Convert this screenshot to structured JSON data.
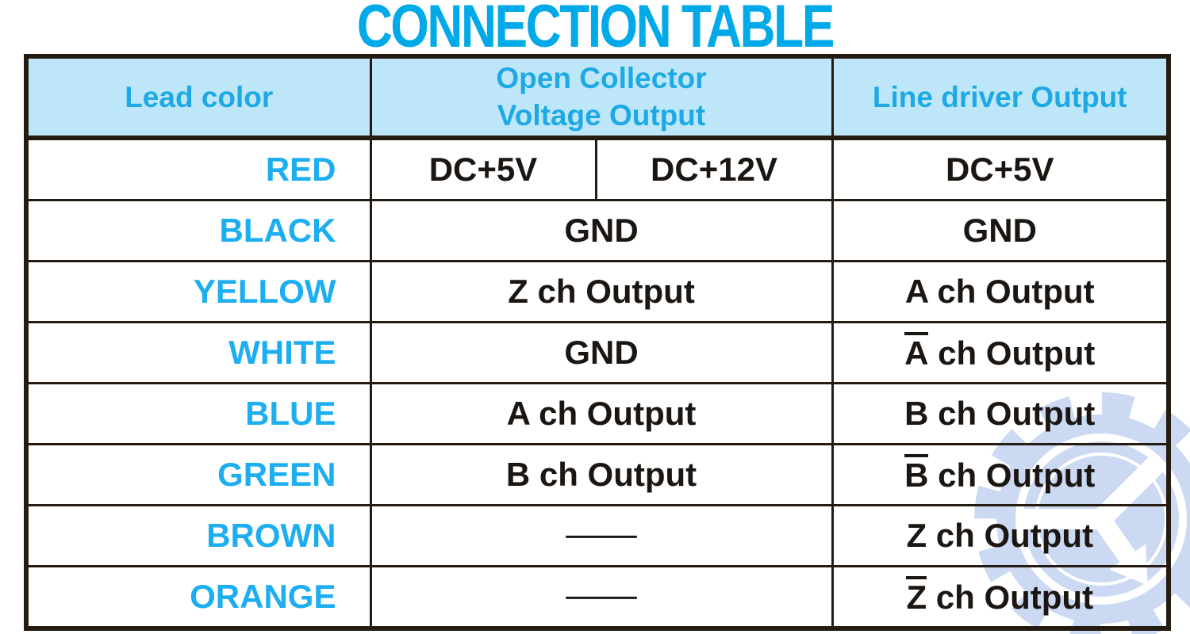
{
  "title": "CONNECTION TABLE",
  "colors": {
    "accent_cyan": "#00A9E8",
    "lead_text_cyan": "#1CAEF0",
    "header_bg": "#BDE7F9",
    "header_text": "#1FA9E4",
    "ink": "#241C11",
    "data_text": "#1B1612",
    "watermark_blue": "#CBD9F2",
    "watermark_white": "#FFFFFF"
  },
  "watermark": {
    "icon": "gear-k-arrow-logo"
  },
  "table": {
    "headers": {
      "lead": "Lead color",
      "oc_line1": "Open Collector",
      "oc_line2": "Voltage Output",
      "line_driver": "Line driver Output"
    },
    "rows": [
      {
        "lead": "RED",
        "oc_left": "DC+5V",
        "oc_right": "DC+12V",
        "ld": {
          "bar": "",
          "text": "DC+5V"
        }
      },
      {
        "lead": "BLACK",
        "oc": {
          "bar": "",
          "text": "GND"
        },
        "ld": {
          "bar": "",
          "text": "GND"
        }
      },
      {
        "lead": "YELLOW",
        "oc": {
          "bar": "",
          "text": "Z ch Output"
        },
        "ld": {
          "bar": "",
          "text": "A ch Output"
        }
      },
      {
        "lead": "WHITE",
        "oc": {
          "bar": "",
          "text": "GND"
        },
        "ld": {
          "bar": "A",
          "text": " ch Output"
        }
      },
      {
        "lead": "BLUE",
        "oc": {
          "bar": "",
          "text": "A ch Output"
        },
        "ld": {
          "bar": "",
          "text": "B ch Output"
        }
      },
      {
        "lead": "GREEN",
        "oc": {
          "bar": "",
          "text": "B ch Output"
        },
        "ld": {
          "bar": "B",
          "text": " ch Output"
        }
      },
      {
        "lead": "BROWN",
        "oc": {
          "bar": "",
          "text": "───"
        },
        "ld": {
          "bar": "",
          "text": "Z ch Output"
        }
      },
      {
        "lead": "ORANGE",
        "oc": {
          "bar": "",
          "text": "───"
        },
        "ld": {
          "bar": "Z",
          "text": " ch Output"
        }
      }
    ]
  }
}
